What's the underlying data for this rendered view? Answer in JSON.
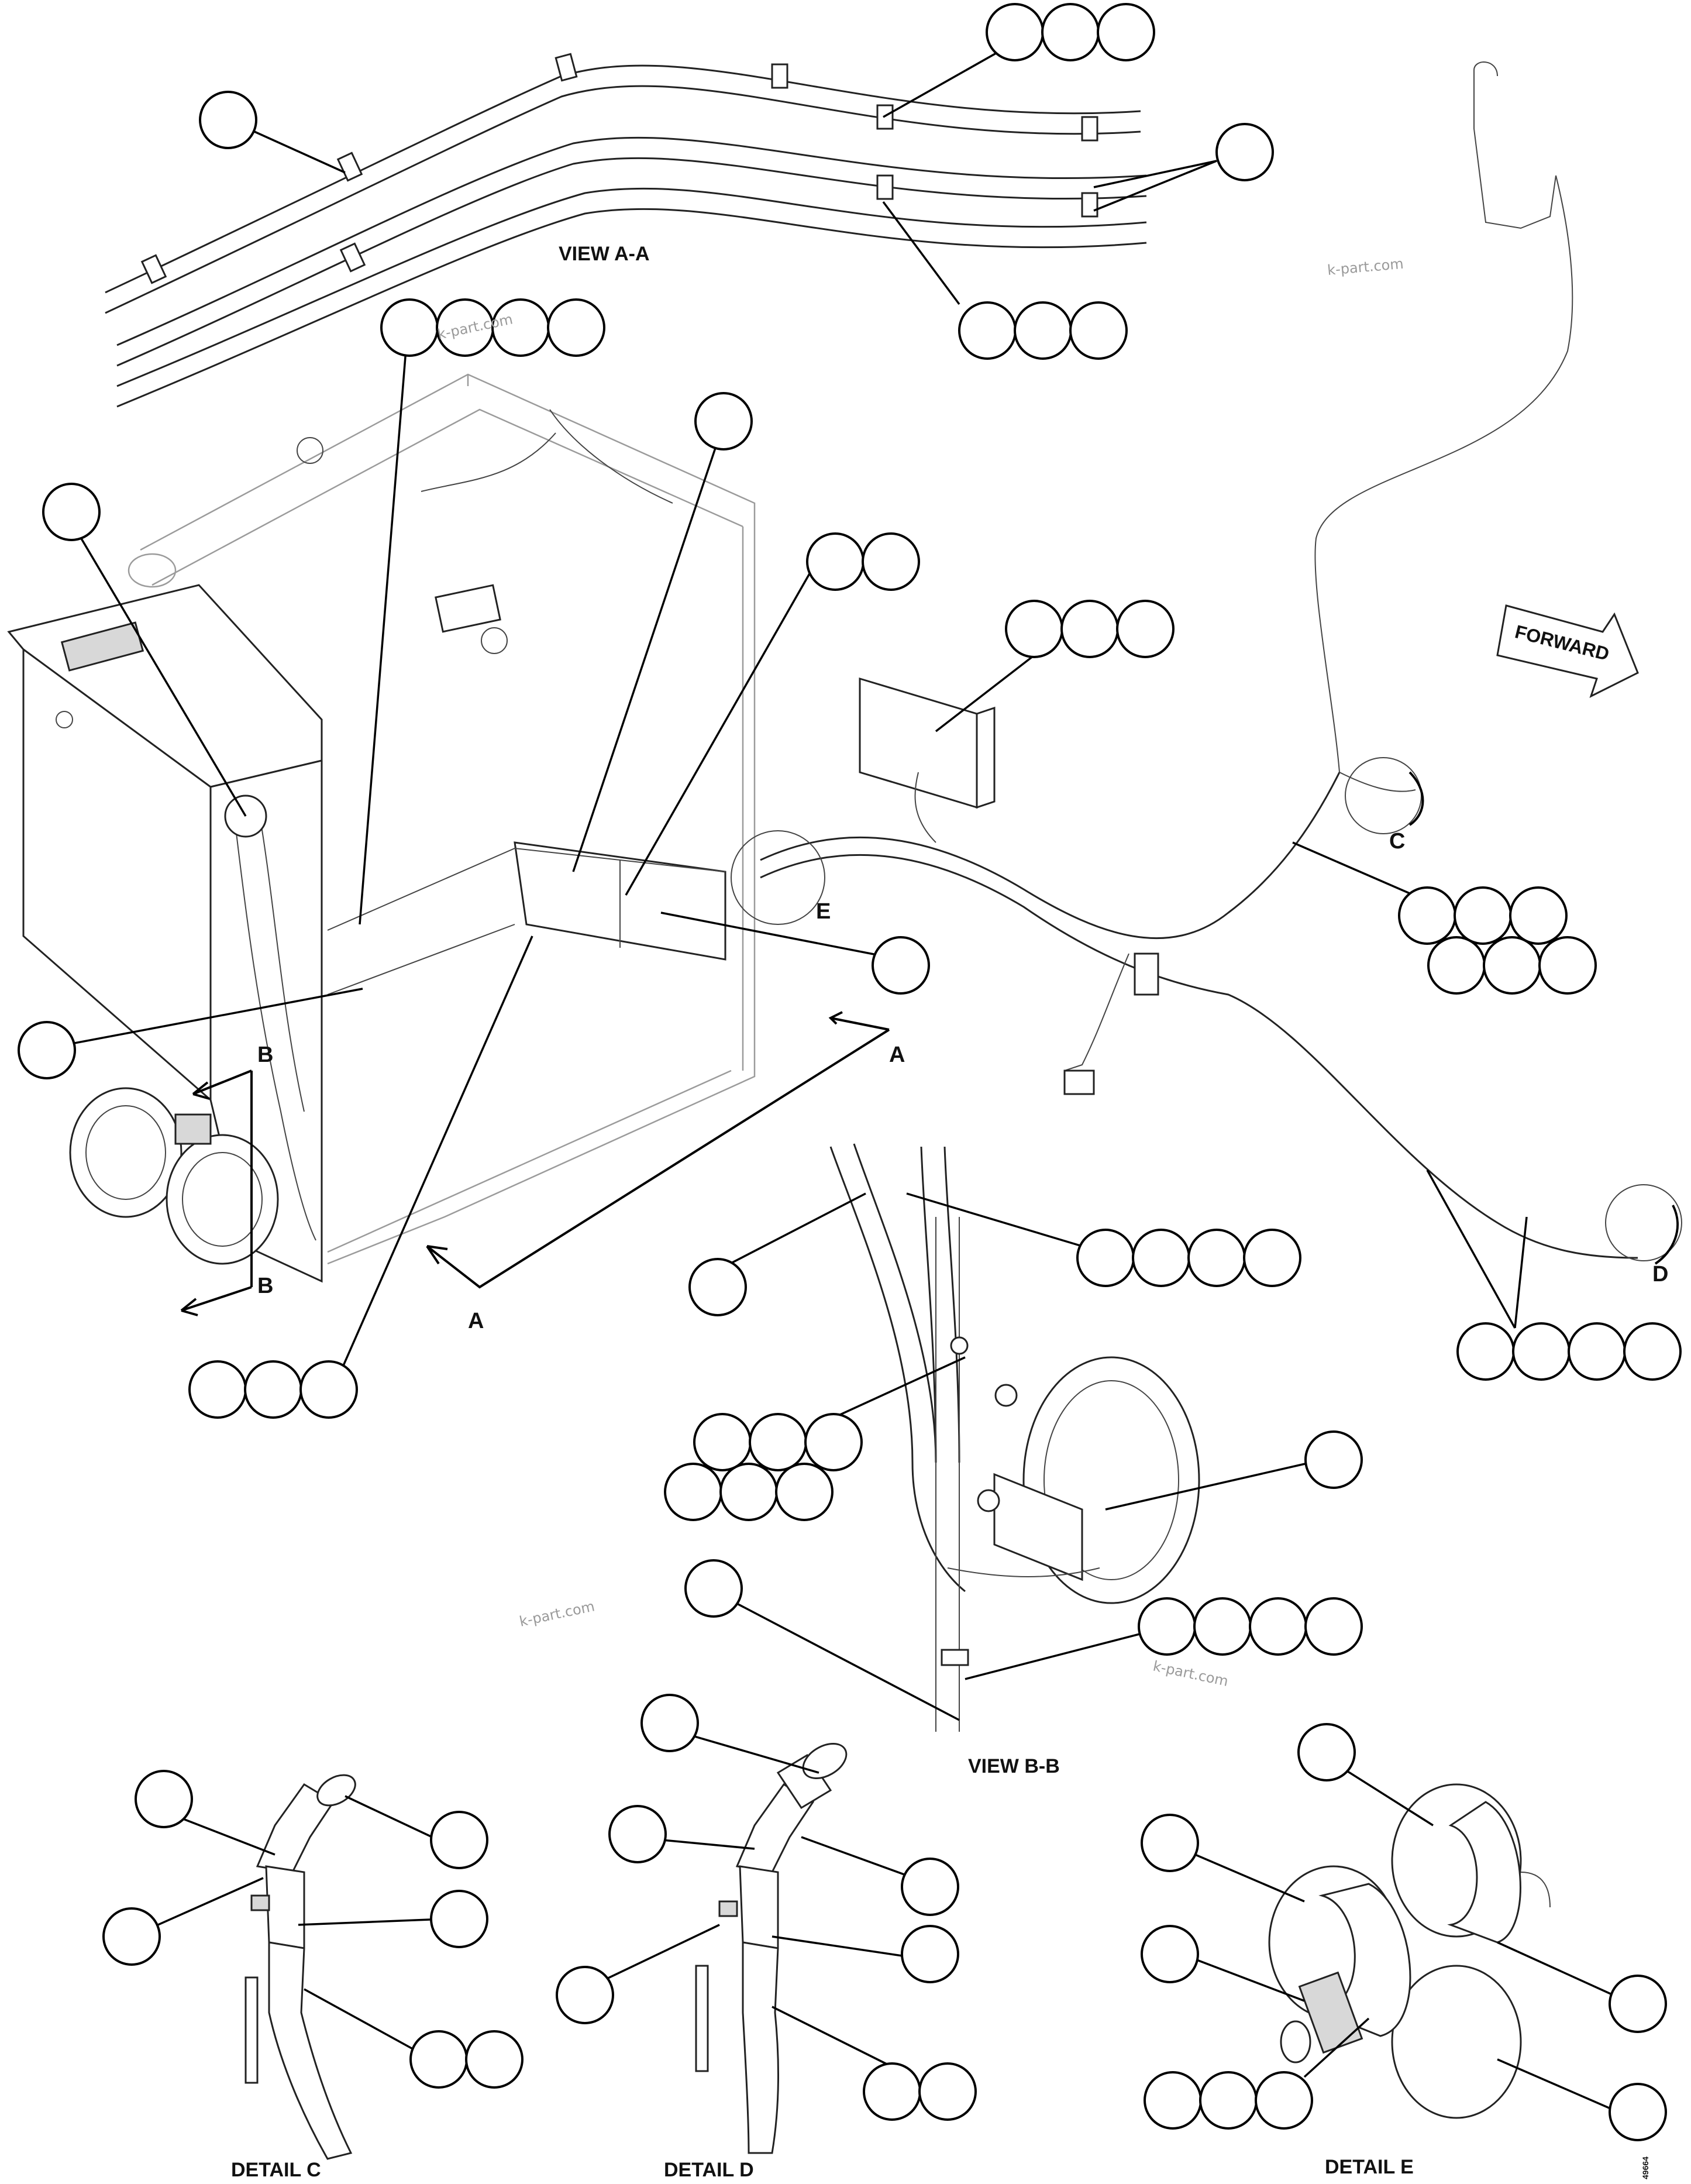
{
  "diagram": {
    "view_labels": {
      "view_a": "VIEW A-A",
      "view_b": "VIEW B-B",
      "detail_c": "DETAIL C",
      "detail_d": "DETAIL D",
      "detail_e": "DETAIL E"
    },
    "forward_label": "FORWARD",
    "section_letters": {
      "a": "A",
      "b": "B",
      "c": "C",
      "d": "D",
      "e": "E"
    },
    "watermark": "k-part.com",
    "drawing_number": "49664"
  }
}
